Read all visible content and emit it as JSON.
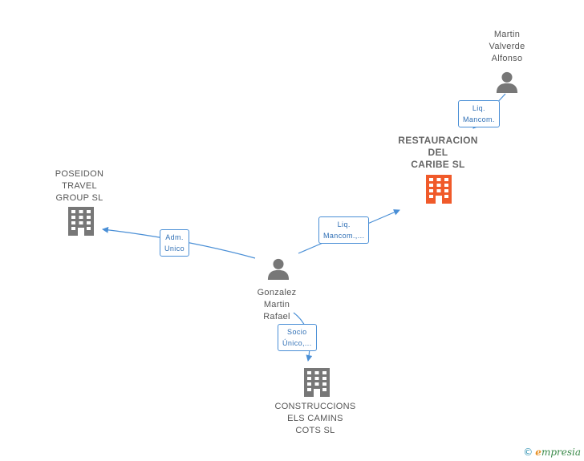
{
  "colors": {
    "person": "#777777",
    "company": "#777777",
    "company_highlight": "#f05a2a",
    "edge": "#4a8fd6",
    "text": "#555555"
  },
  "nodes": [
    {
      "id": "martin",
      "type": "person",
      "lines": [
        "Martin",
        "Valverde",
        "Alfonso"
      ]
    },
    {
      "id": "restauracion",
      "type": "company-main",
      "lines": [
        "RESTAURACION",
        "DEL",
        "CARIBE SL"
      ]
    },
    {
      "id": "poseidon",
      "type": "company",
      "lines": [
        "POSEIDON",
        "TRAVEL",
        "GROUP SL"
      ]
    },
    {
      "id": "gonzalez",
      "type": "person",
      "lines": [
        "Gonzalez",
        "Martin",
        "Rafael"
      ]
    },
    {
      "id": "construccions",
      "type": "company",
      "lines": [
        "CONSTRUCCIONS",
        "ELS CAMINS",
        "COTS SL"
      ]
    }
  ],
  "edges": [
    {
      "id": "martin-restauracion",
      "from": "martin",
      "to": "restauracion",
      "lines": [
        "Liq.",
        "Mancom."
      ]
    },
    {
      "id": "gonzalez-restauracion",
      "from": "gonzalez",
      "to": "restauracion",
      "lines": [
        "Liq.",
        "Mancom.,..."
      ]
    },
    {
      "id": "gonzalez-poseidon",
      "from": "gonzalez",
      "to": "poseidon",
      "lines": [
        "Adm.",
        "Unico"
      ]
    },
    {
      "id": "gonzalez-construccions",
      "from": "gonzalez",
      "to": "construccions",
      "lines": [
        "Socio",
        "Único,..."
      ]
    }
  ],
  "footer": {
    "copyright": "©",
    "brand_initial": "e",
    "brand_rest": "mpresia"
  }
}
